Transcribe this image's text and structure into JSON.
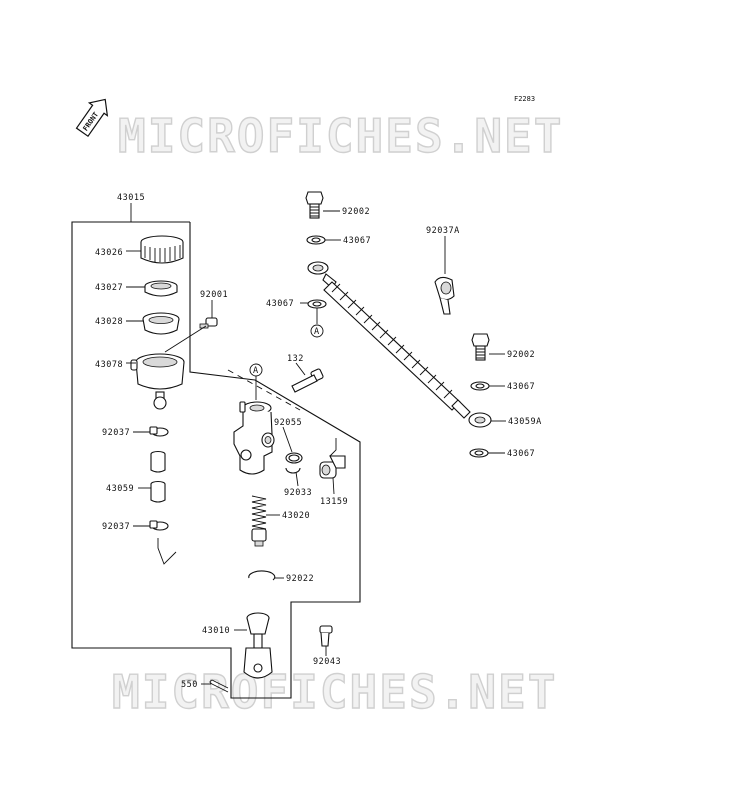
{
  "figure_code": "F2283",
  "front_label": "FRONT",
  "watermark": "MICROFICHES.NET",
  "callout": "A",
  "parts": [
    {
      "id": "p43015",
      "number": "43015"
    },
    {
      "id": "p43026",
      "number": "43026"
    },
    {
      "id": "p43027",
      "number": "43027"
    },
    {
      "id": "p43028",
      "number": "43028"
    },
    {
      "id": "p92001",
      "number": "92001"
    },
    {
      "id": "p43078",
      "number": "43078"
    },
    {
      "id": "p92037a",
      "number": "92037"
    },
    {
      "id": "p43059",
      "number": "43059"
    },
    {
      "id": "p92037b",
      "number": "92037"
    },
    {
      "id": "p92002a",
      "number": "92002"
    },
    {
      "id": "p43067a",
      "number": "43067"
    },
    {
      "id": "p43067b",
      "number": "43067"
    },
    {
      "id": "p92037A",
      "number": "92037A"
    },
    {
      "id": "p132",
      "number": "132"
    },
    {
      "id": "p92055",
      "number": "92055"
    },
    {
      "id": "p92033",
      "number": "92033"
    },
    {
      "id": "p13159",
      "number": "13159"
    },
    {
      "id": "p43020",
      "number": "43020"
    },
    {
      "id": "p92022",
      "number": "92022"
    },
    {
      "id": "p43010",
      "number": "43010"
    },
    {
      "id": "p92043",
      "number": "92043"
    },
    {
      "id": "p550",
      "number": "550"
    },
    {
      "id": "p92002b",
      "number": "92002"
    },
    {
      "id": "p43067c",
      "number": "43067"
    },
    {
      "id": "p43059A",
      "number": "43059A"
    },
    {
      "id": "p43067d",
      "number": "43067"
    }
  ]
}
